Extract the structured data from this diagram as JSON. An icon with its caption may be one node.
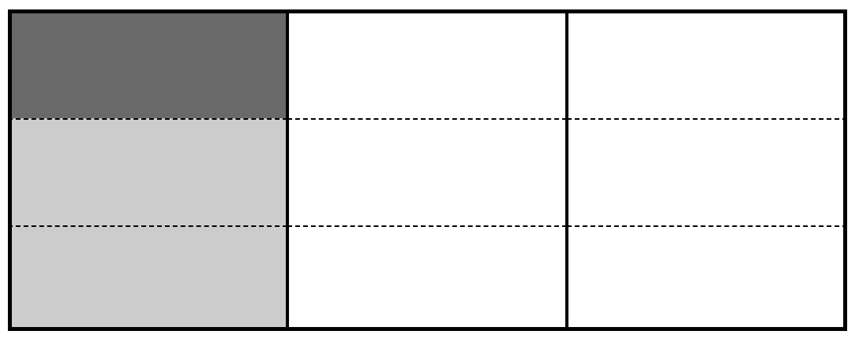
{
  "diagram": {
    "nodes": [
      {
        "text": [],
        "shape": "box"
      },
      {
        "text": [],
        "shape": "box"
      },
      {
        "text": [],
        "shape": "box"
      },
      {
        "text": [],
        "shape": "box"
      },
      {
        "text": [],
        "shape": "box"
      },
      {
        "text": [],
        "shape": "box"
      },
      {
        "text": [],
        "shape": "box"
      },
      {
        "text": [],
        "shape": "box"
      },
      {
        "text": [],
        "shape": "box"
      }
    ]
  }
}
